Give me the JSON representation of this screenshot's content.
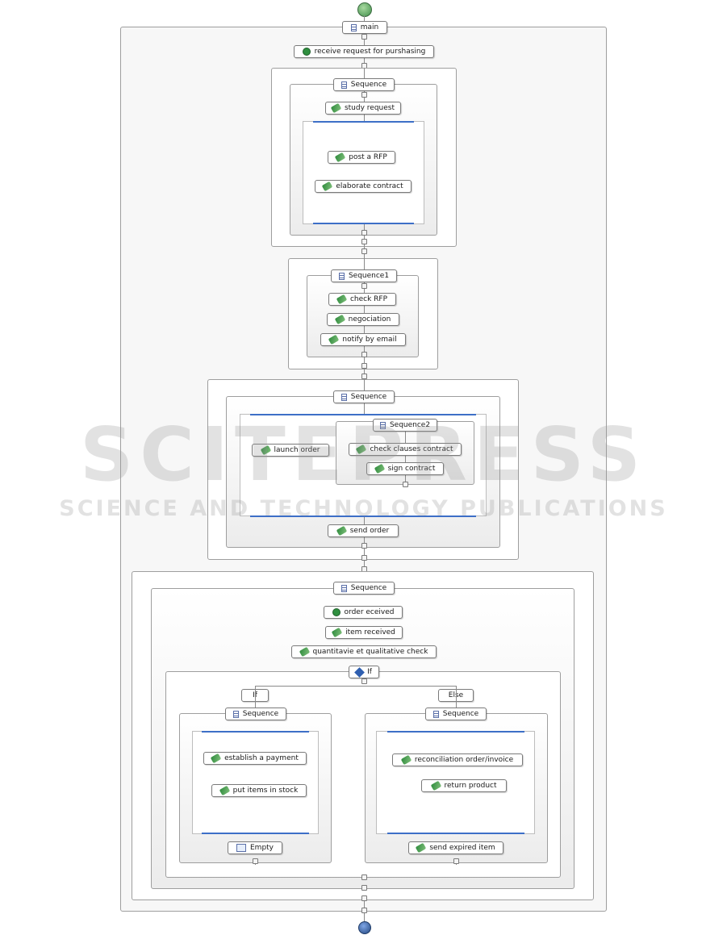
{
  "main": {
    "label": "main"
  },
  "steps": {
    "receive_request": "receive request for purshasing",
    "seq1": {
      "label": "Sequence",
      "study": "study request",
      "post_rfp": "post a RFP",
      "elaborate": "elaborate contract"
    },
    "seq_1": {
      "label": "Sequence1",
      "check_rfp": "check RFP",
      "negociation": "negociation",
      "notify": "notify by email"
    },
    "seq3": {
      "label": "Sequence",
      "launch": "launch order",
      "seq2": "Sequence2",
      "check_clauses": "check clauses contract",
      "sign": "sign contract",
      "send_order": "send order"
    },
    "seq4": {
      "label": "Sequence",
      "order_received": "order eceived",
      "item_received": "item received",
      "check": "quantitavie et qualitative  check",
      "if": "If",
      "if_branch": {
        "label": "If",
        "seq": "Sequence",
        "payment": "establish a payment",
        "stock": "put items in stock",
        "empty": "Empty"
      },
      "else_branch": {
        "label": "Else",
        "seq": "Sequence",
        "reconcile": "reconciliation order/invoice",
        "return": "return product",
        "expired": "send expired item"
      }
    }
  },
  "watermark": {
    "line1": "SCITEPRESS",
    "line2": "SCIENCE AND TECHNOLOGY PUBLICATIONS"
  }
}
